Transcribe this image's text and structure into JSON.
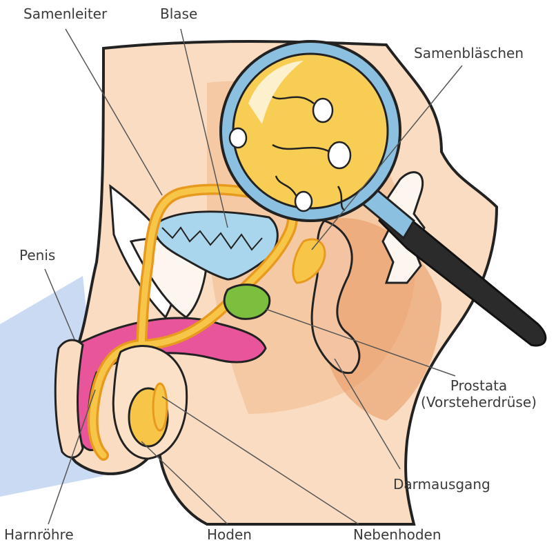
{
  "labels": {
    "samenleiter": "Samenleiter",
    "blase": "Blase",
    "samenblaeschen": "Samenbläschen",
    "penis": "Penis",
    "prostata_line1": "Prostata",
    "prostata_line2": "(Vorsteherdrüse)",
    "darmausgang": "Darmausgang",
    "harnroehre": "Harnröhre",
    "hoden": "Hoden",
    "nebenhoden": "Nebenhoden"
  },
  "colors": {
    "skin_light": "#f9dcc2",
    "skin_mid": "#f2b98d",
    "skin_dark": "#e8955f",
    "bladder": "#a9d6ec",
    "duct": "#f7c648",
    "duct_edge": "#e79a1e",
    "urethra": "#e8559a",
    "prostate": "#7cbf3f",
    "lens_glass": "#f8cd54",
    "lens_rim": "#8cc0e0",
    "handle": "#2b2b2b",
    "leader_line": "#555555",
    "background_panel": "#c9daf2"
  }
}
